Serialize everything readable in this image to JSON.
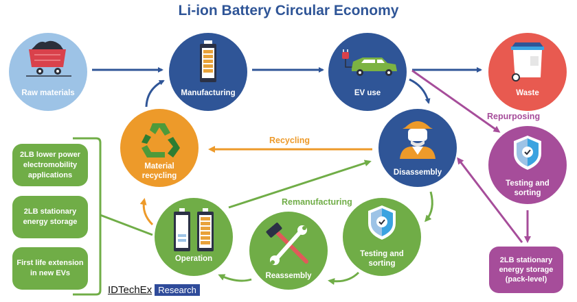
{
  "title": "Li-ion Battery Circular Economy",
  "colors": {
    "title": "#2f5597",
    "blue_node": "#2f5597",
    "light_blue_node": "#9dc3e6",
    "red_node": "#e85a50",
    "orange_node": "#ed9a2a",
    "green_node": "#70ad47",
    "purple_node": "#a64d9a",
    "orange_flow": "#ed9a2a",
    "green_flow": "#70ad47",
    "purple_flow": "#a64d9a"
  },
  "nodes": {
    "raw_materials": {
      "label": "Raw materials",
      "icon": "mine-cart-icon"
    },
    "manufacturing": {
      "label": "Manufacturing",
      "icon": "battery-icon"
    },
    "ev_use": {
      "label": "EV use",
      "icon": "electric-car-icon"
    },
    "waste": {
      "label": "Waste",
      "icon": "waste-bin-icon"
    },
    "material_recycling": {
      "label": "Material recycling",
      "icon": "recycle-icon"
    },
    "disassembly": {
      "label": "Disassembly",
      "icon": "worker-icon"
    },
    "testing_purple": {
      "label": "Testing and sorting",
      "icon": "shield-check-icon"
    },
    "operation": {
      "label": "Operation",
      "icon": "batteries-icon"
    },
    "reassembly": {
      "label": "Reassembly",
      "icon": "hammer-wrench-icon"
    },
    "testing_green": {
      "label": "Testing and sorting",
      "icon": "shield-check-icon"
    }
  },
  "flow_labels": {
    "recycling": "Recycling",
    "remanufacturing": "Remanufacturing",
    "repurposing": "Repurposing"
  },
  "applications": [
    "2LB lower power electromobility applications",
    "2LB stationary energy storage",
    "First life extension in new EVs"
  ],
  "pack_level_box": "2LB stationary energy storage (pack-level)",
  "logo": {
    "brand": "IDTechEx",
    "tag": "Research"
  }
}
